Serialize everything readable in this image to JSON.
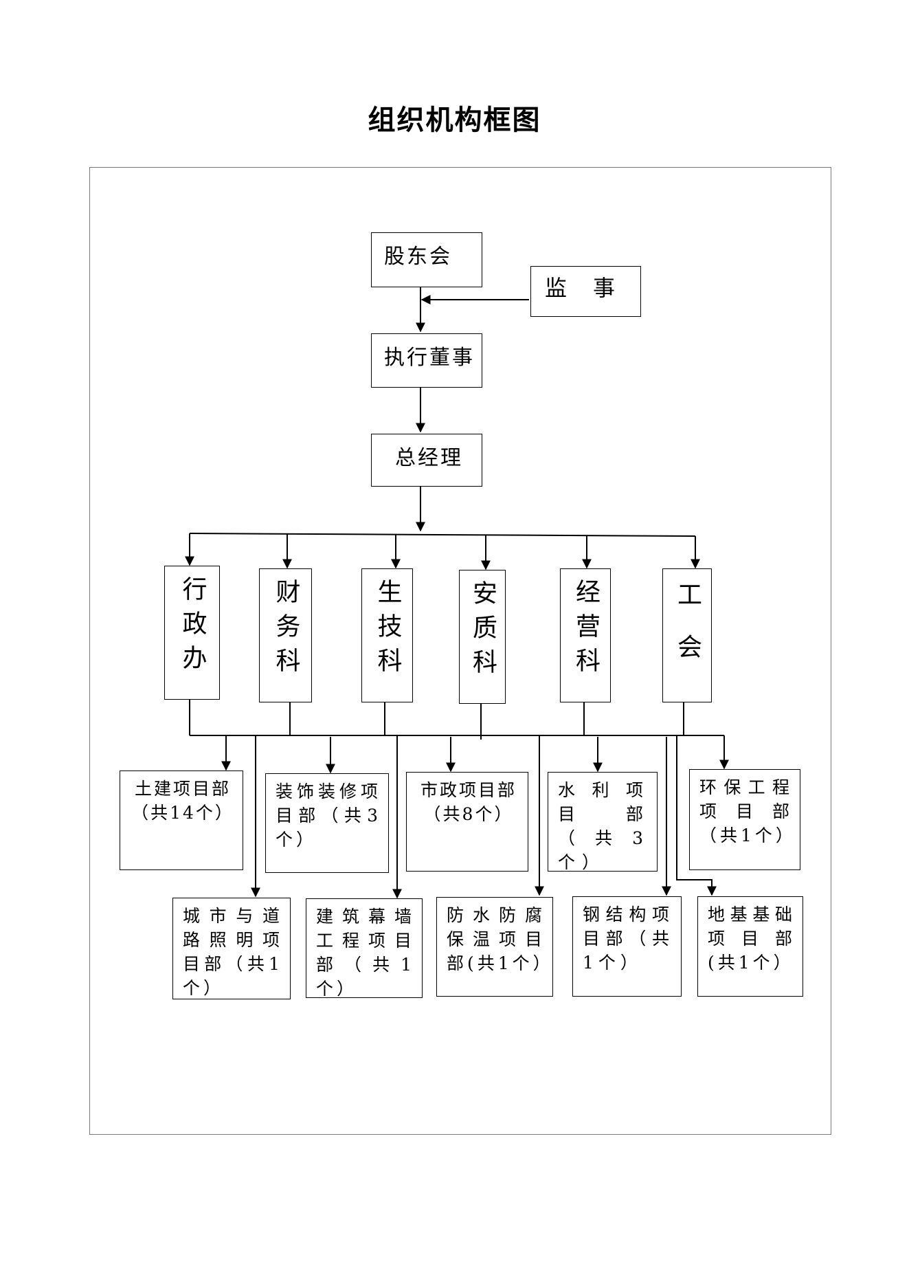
{
  "title": "组织机构框图",
  "top": {
    "shareholders": "股东会",
    "supervisor": "监　事",
    "executive_director": "执行董事",
    "general_manager": "总经理"
  },
  "departments": [
    "行政办",
    "财务科",
    "生技科",
    "安质科",
    "经营科",
    "工会"
  ],
  "projects_row1": [
    "土建项目部（共14个）",
    "装饰装修项目部（共3个）",
    "市政项目部（共8个）",
    "水利项目部（共3个）",
    "环保工程项目部（共1个）"
  ],
  "projects_row2": [
    "城市与道路照明项目部（共1个）",
    "建筑幕墙工程项目部（共1个）",
    "防水防腐保温项目部(共1个）",
    "钢结构项目部（共1个）",
    "地基基础项目部(共1个）"
  ]
}
